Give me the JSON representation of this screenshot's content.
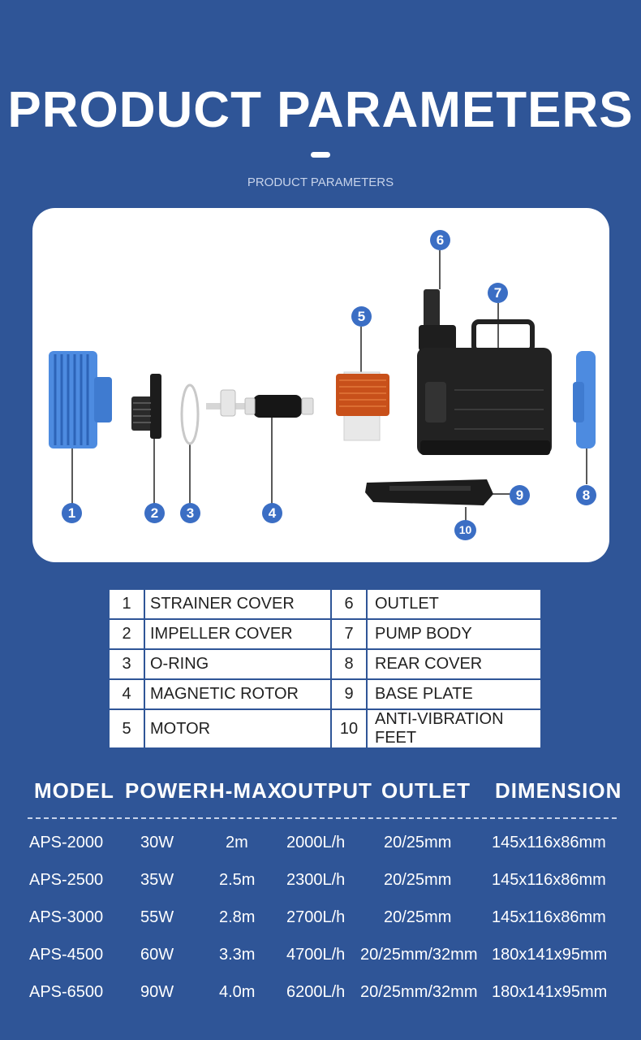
{
  "header": {
    "title": "PRODUCT PARAMETERS",
    "subtitle": "PRODUCT PARAMETERS"
  },
  "colors": {
    "background": "#2f5597",
    "accent_blue": "#3b6ec4",
    "card": "#ffffff"
  },
  "diagram": {
    "callouts": [
      "1",
      "2",
      "3",
      "4",
      "5",
      "6",
      "7",
      "8",
      "9",
      "10"
    ]
  },
  "parts": [
    {
      "num": "1",
      "name": "STRAINER COVER"
    },
    {
      "num": "2",
      "name": "IMPELLER COVER"
    },
    {
      "num": "3",
      "name": "O-RING"
    },
    {
      "num": "4",
      "name": "MAGNETIC ROTOR"
    },
    {
      "num": "5",
      "name": "MOTOR"
    },
    {
      "num": "6",
      "name": "OUTLET"
    },
    {
      "num": "7",
      "name": "PUMP BODY"
    },
    {
      "num": "8",
      "name": "REAR COVER"
    },
    {
      "num": "9",
      "name": "BASE PLATE"
    },
    {
      "num": "10",
      "name": "ANTI-VIBRATION FEET"
    }
  ],
  "spec": {
    "headers": [
      "MODEL",
      "POWER",
      "H-MAX",
      "OUTPUT",
      "OUTLET",
      "DIMENSION"
    ],
    "rows": [
      [
        "APS-2000",
        "30W",
        "2m",
        "2000L/h",
        "20/25mm",
        "145x116x86mm"
      ],
      [
        "APS-2500",
        "35W",
        "2.5m",
        "2300L/h",
        "20/25mm",
        "145x116x86mm"
      ],
      [
        "APS-3000",
        "55W",
        "2.8m",
        "2700L/h",
        "20/25mm",
        "145x116x86mm"
      ],
      [
        "APS-4500",
        "60W",
        "3.3m",
        "4700L/h",
        "20/25mm/32mm",
        "180x141x95mm"
      ],
      [
        "APS-6500",
        "90W",
        "4.0m",
        "6200L/h",
        "20/25mm/32mm",
        "180x141x95mm"
      ]
    ]
  }
}
